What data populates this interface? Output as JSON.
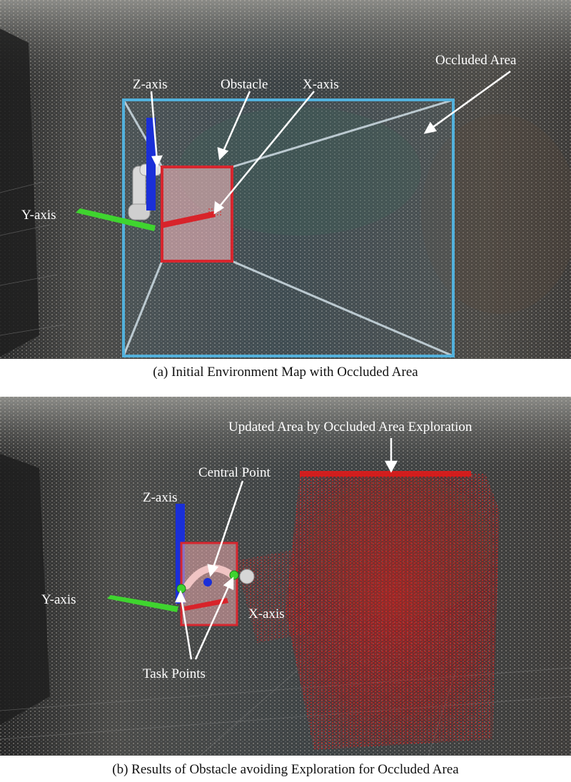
{
  "figure": {
    "panel_a": {
      "caption": "(a) Initial Environment Map with Occluded Area",
      "labels": {
        "z_axis": "Z-axis",
        "obstacle": "Obstacle",
        "x_axis": "X-axis",
        "occluded_area": "Occluded Area",
        "y_axis": "Y-axis"
      }
    },
    "panel_b": {
      "caption": "(b) Results of Obstacle avoiding Exploration for Occluded Area",
      "labels": {
        "updated_area": "Updated Area by Occluded Area Exploration",
        "central_point": "Central Point",
        "z_axis": "Z-axis",
        "y_axis": "Y-axis",
        "x_axis": "X-axis",
        "task_points": "Task Points"
      }
    }
  },
  "colors": {
    "occluded_box": "#52b1dc",
    "obstacle_box": "#d7262e",
    "z_axis": "#1a2fd8",
    "y_axis": "#3fd42f",
    "x_axis": "#d8232a",
    "updated_points": "#e01a1a"
  }
}
